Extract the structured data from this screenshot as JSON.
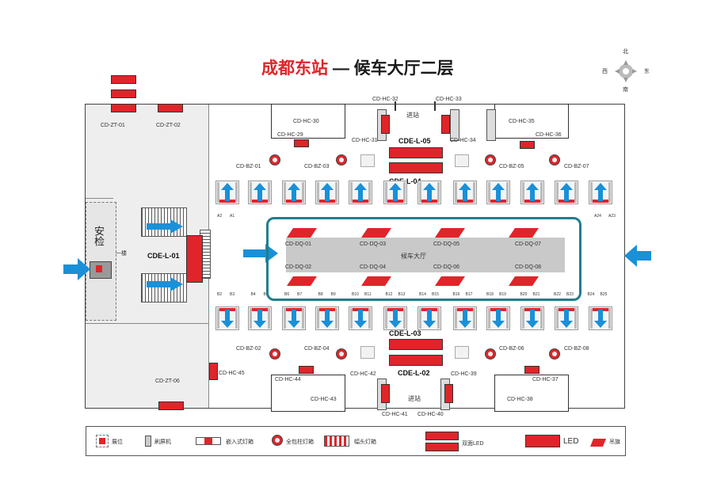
{
  "title": {
    "station": "成都东站",
    "dash": " — ",
    "floor": "候车大厅二层"
  },
  "compass": {
    "n": "北",
    "s": "南",
    "e": "东",
    "w": "西"
  },
  "hall_label": "候车大厅",
  "security_label": "安检",
  "floor1_label": "一楼",
  "entrance_label_top": "进站",
  "entrance_label_bottom": "进站",
  "zt": [
    "CD-ZT-01",
    "CD-ZT-02",
    "CD-ZT-06"
  ],
  "hc_top": [
    "CD-HC-32",
    "CD-HC-33",
    "CD-HC-30",
    "CD-HC-29",
    "CD-HC-31",
    "CD-HC-34",
    "CD-HC-35",
    "CD-HC-36"
  ],
  "hc_bottom": [
    "CD-HC-45",
    "CD-HC-44",
    "CD-HC-42",
    "CD-HC-43",
    "CD-HC-39",
    "CD-HC-37",
    "CD-HC-38",
    "CD-HC-41",
    "CD-HC-40"
  ],
  "bz_top": [
    "CD-BZ-01",
    "CD-BZ-03",
    "CD-BZ-05",
    "CD-BZ-07"
  ],
  "bz_bottom": [
    "CD-BZ-02",
    "CD-BZ-04",
    "CD-BZ-06",
    "CD-BZ-08"
  ],
  "led": [
    "CDE-L-05",
    "CDE-L-04",
    "CDE-L-03",
    "CDE-L-02",
    "CDE-L-01"
  ],
  "dq": [
    "CD-DQ-01",
    "CD-DQ-03",
    "CD-DQ-05",
    "CD-DQ-07",
    "CD-DQ-02",
    "CD-DQ-04",
    "CD-DQ-06",
    "CD-DQ-08"
  ],
  "gate_top_labels": [
    "A2",
    "A1",
    "A24",
    "A23"
  ],
  "gate_bottom_labels": [
    "B2",
    "B3",
    "B4",
    "B5",
    "B6",
    "B7",
    "B8",
    "B9",
    "B10",
    "B11",
    "B12",
    "B13",
    "B14",
    "B15",
    "B16",
    "B17",
    "B18",
    "B19",
    "B20",
    "B21",
    "B22",
    "B23",
    "B24",
    "B25"
  ],
  "legend": [
    "展位",
    "刷屏机",
    "嵌入式灯箱",
    "全包柱灯箱",
    "幅头灯箱",
    "双面LED",
    "LED",
    "吊旗"
  ],
  "colors": {
    "red": "#e0252a",
    "blue": "#1a90d8",
    "teal": "#1f7f8c",
    "gray": "#c8c8c8"
  }
}
